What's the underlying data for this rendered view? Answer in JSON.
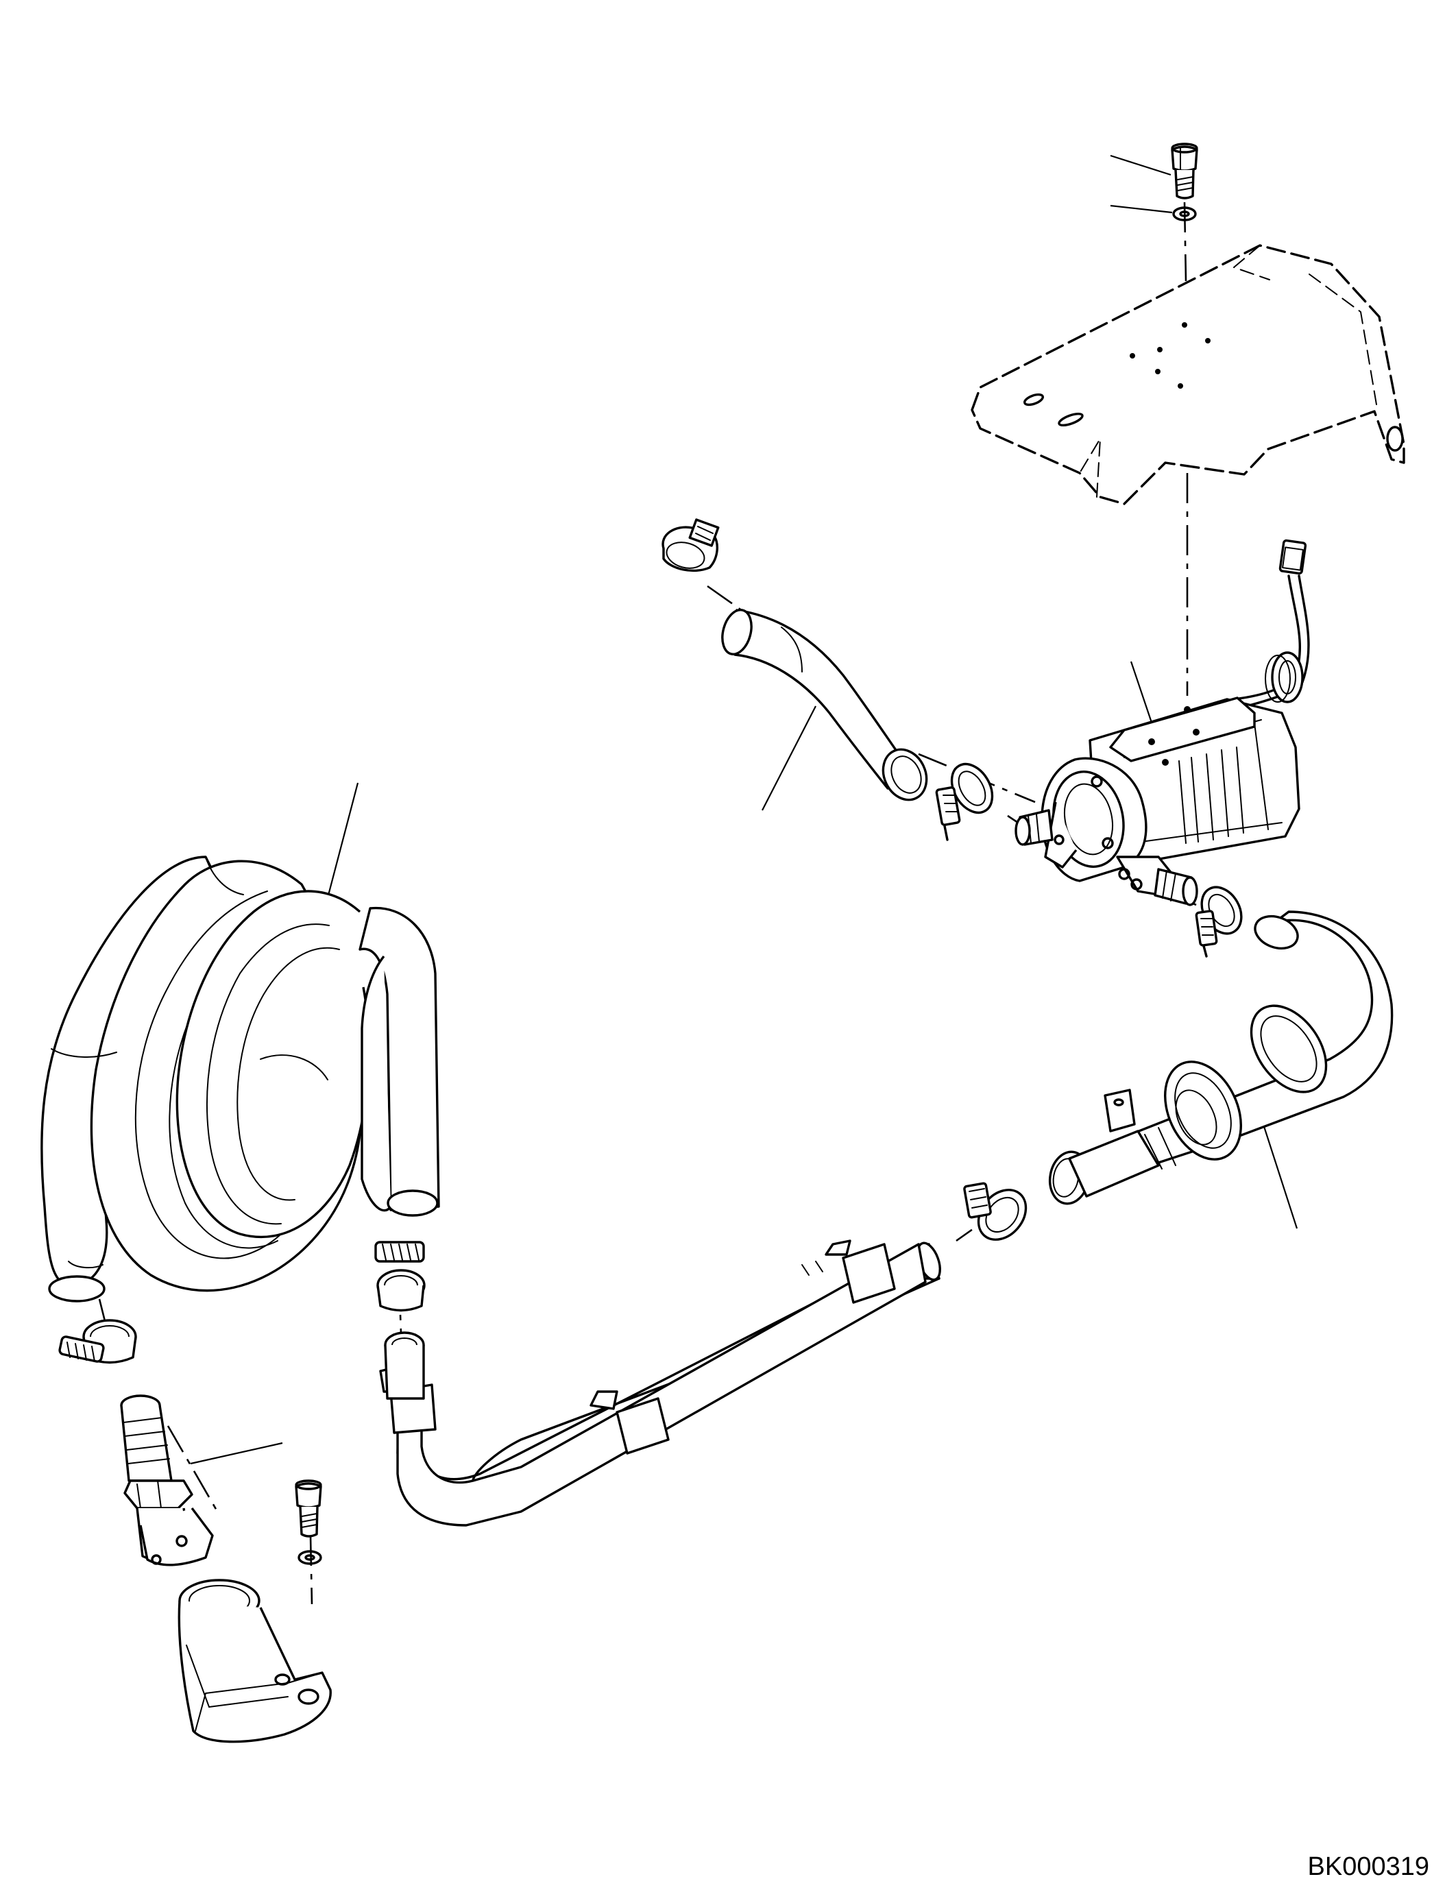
{
  "drawing_code": "BK000319",
  "parts": [
    {
      "name": "bolt-top"
    },
    {
      "name": "washer-top"
    },
    {
      "name": "mounting-bracket"
    },
    {
      "name": "electric-fuel-pump"
    },
    {
      "name": "wire-connector"
    },
    {
      "name": "hose-clamp-upper"
    },
    {
      "name": "hose-upper-inlet"
    },
    {
      "name": "hose-clamp-pump-inlet"
    },
    {
      "name": "hose-clamp-pump-outlet"
    },
    {
      "name": "bent-hose-with-grommets"
    },
    {
      "name": "hose-clamp-right"
    },
    {
      "name": "fuel-tube-long"
    },
    {
      "name": "hose-clamp-tube-top"
    },
    {
      "name": "coiled-hose"
    },
    {
      "name": "hose-clamp-coil-bottom"
    },
    {
      "name": "adapter-fitting"
    },
    {
      "name": "tank-port-flange"
    },
    {
      "name": "bolt-bottom"
    },
    {
      "name": "washer-bottom"
    }
  ]
}
